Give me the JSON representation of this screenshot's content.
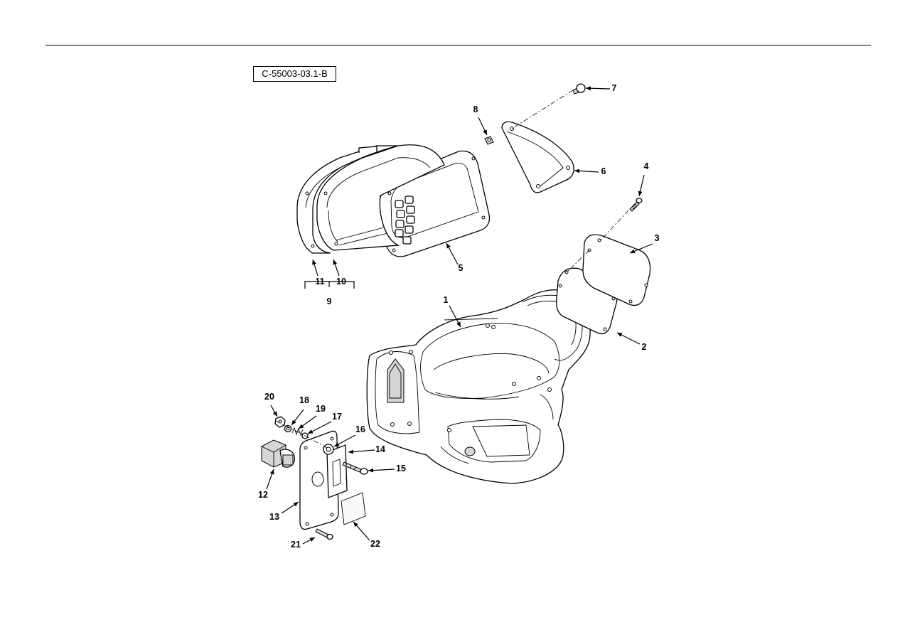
{
  "figure_id": "C-55003-03.1-B",
  "callouts": [
    {
      "num": "1"
    },
    {
      "num": "2"
    },
    {
      "num": "3"
    },
    {
      "num": "4"
    },
    {
      "num": "5"
    },
    {
      "num": "6"
    },
    {
      "num": "7"
    },
    {
      "num": "8"
    },
    {
      "num": "9"
    },
    {
      "num": "10"
    },
    {
      "num": "11"
    },
    {
      "num": "12"
    },
    {
      "num": "13"
    },
    {
      "num": "14"
    },
    {
      "num": "15"
    },
    {
      "num": "16"
    },
    {
      "num": "17"
    },
    {
      "num": "18"
    },
    {
      "num": "19"
    },
    {
      "num": "20"
    },
    {
      "num": "21"
    },
    {
      "num": "22"
    }
  ]
}
